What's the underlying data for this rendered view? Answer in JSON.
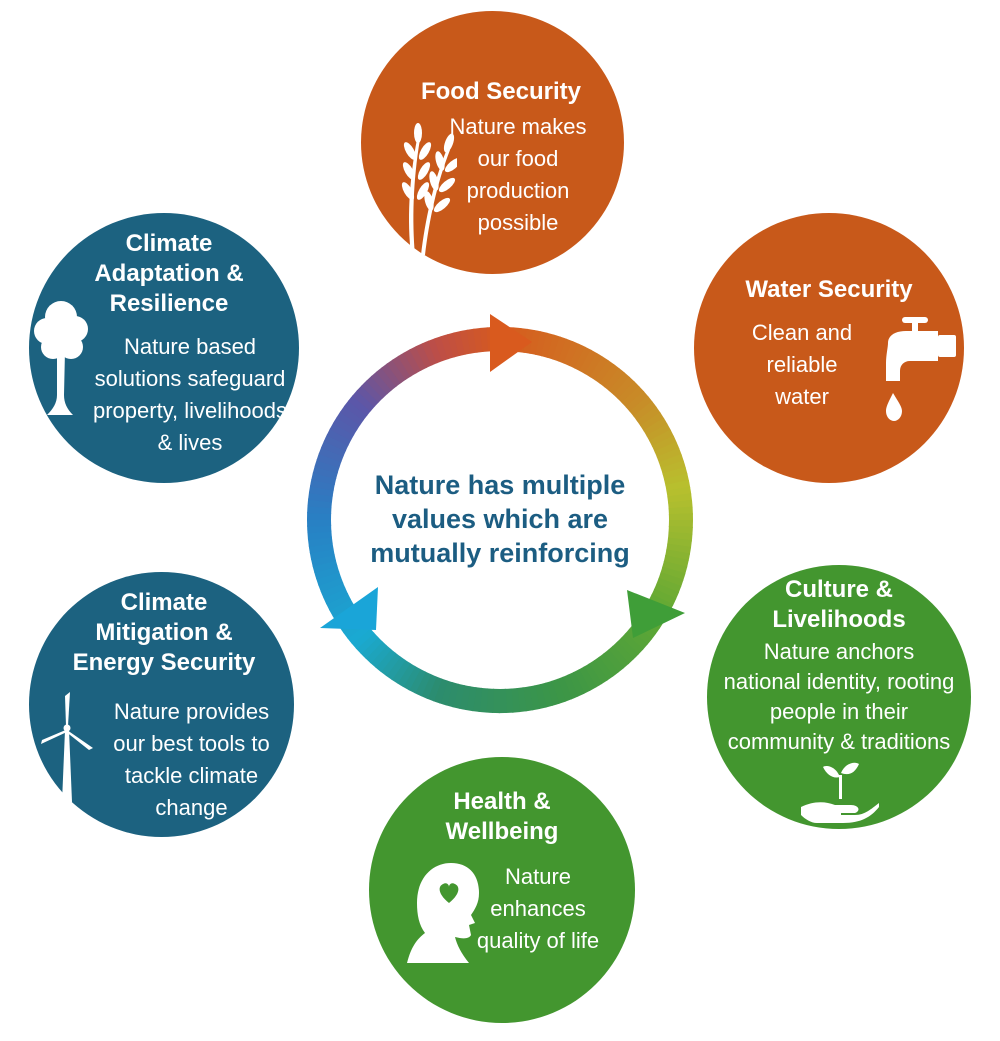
{
  "center": {
    "lines": [
      "Nature has multiple",
      "values which are",
      "mutually reinforcing"
    ]
  },
  "colors": {
    "orange": "#c8591a",
    "green": "#43962f",
    "teal": "#1c6280",
    "center_text": "#1c5d82"
  },
  "circles": {
    "food": {
      "title": [
        "Food Security"
      ],
      "desc": [
        "Nature makes",
        "our food",
        "production",
        "possible"
      ],
      "icon": "wheat-icon"
    },
    "water": {
      "title": [
        "Water Security"
      ],
      "desc": [
        "Clean and",
        "reliable",
        "water"
      ],
      "icon": "water-tap-icon"
    },
    "culture": {
      "title": [
        "Culture &",
        "Livelihoods"
      ],
      "desc": [
        "Nature anchors",
        "national identity, rooting",
        "people in their",
        "community & traditions"
      ],
      "icon": "seedling-hand-icon"
    },
    "health": {
      "title": [
        "Health &",
        "Wellbeing"
      ],
      "desc": [
        "Nature",
        "enhances",
        "quality of life"
      ],
      "icon": "head-heart-icon"
    },
    "mitigation": {
      "title": [
        "Climate",
        "Mitigation &",
        "Energy Security"
      ],
      "desc": [
        "Nature provides",
        "our best tools to",
        "tackle climate",
        "change"
      ],
      "icon": "wind-turbine-icon"
    },
    "adaptation": {
      "title": [
        "Climate",
        "Adaptation &",
        "Resilience"
      ],
      "desc": [
        "Nature based",
        "solutions safeguard",
        "property, livelihoods",
        "& lives"
      ],
      "icon": "tree-icon"
    }
  }
}
